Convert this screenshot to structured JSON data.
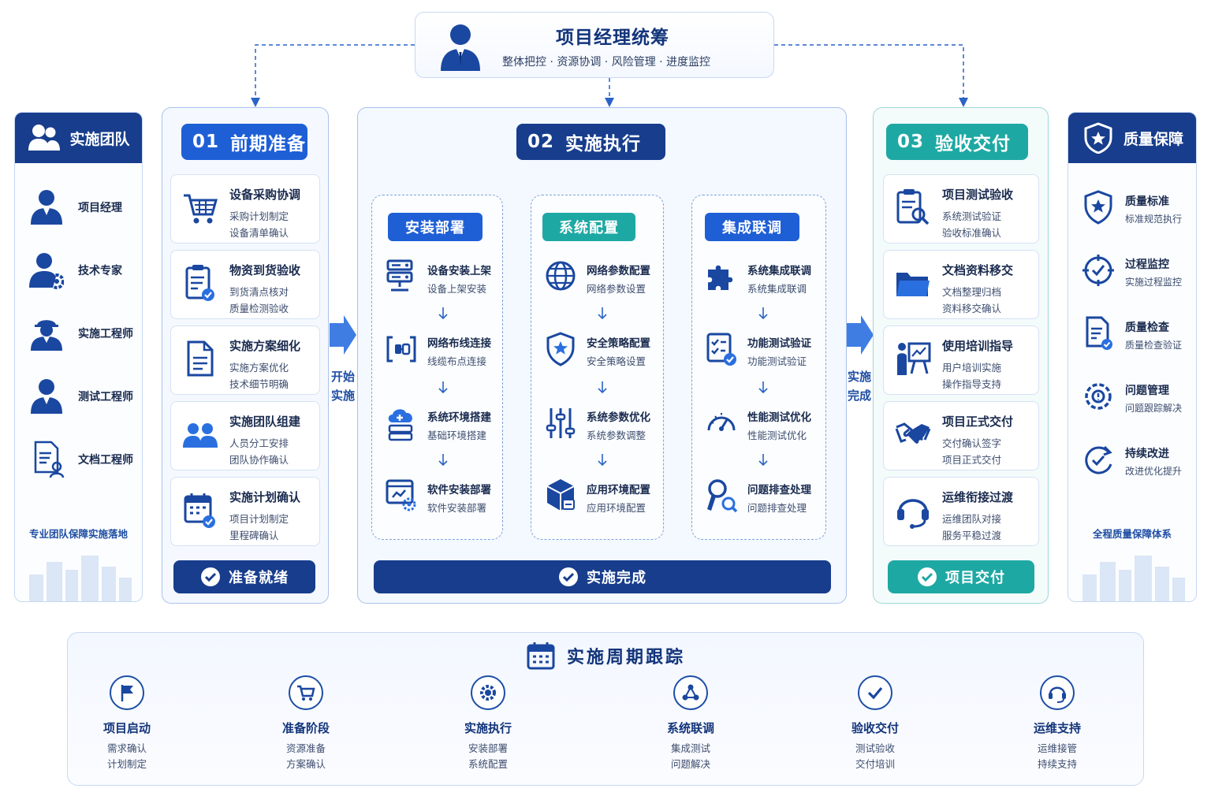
{
  "manager": {
    "title": "项目经理统筹",
    "subtitle": "整体把控 · 资源协调 · 风险管理 · 进度监控"
  },
  "team": {
    "title": "实施团队",
    "members": [
      "项目经理",
      "技术专家",
      "实施工程师",
      "测试工程师",
      "文档工程师"
    ],
    "footer": "专业团队保障实施落地"
  },
  "quality": {
    "title": "质量保障",
    "items": [
      {
        "title": "质量标准",
        "sub": "标准规范执行"
      },
      {
        "title": "过程监控",
        "sub": "实施过程监控"
      },
      {
        "title": "质量检查",
        "sub": "质量检查验证"
      },
      {
        "title": "问题管理",
        "sub": "问题跟踪解决"
      },
      {
        "title": "持续改进",
        "sub": "改进优化提升"
      }
    ],
    "footer": "全程质量保障体系"
  },
  "phase1": {
    "num": "01",
    "title": "前期准备",
    "cards": [
      {
        "title": "设备采购协调",
        "l1": "采购计划制定",
        "l2": "设备清单确认"
      },
      {
        "title": "物资到货验收",
        "l1": "到货清点核对",
        "l2": "质量检测验收"
      },
      {
        "title": "实施方案细化",
        "l1": "实施方案优化",
        "l2": "技术细节明确"
      },
      {
        "title": "实施团队组建",
        "l1": "人员分工安排",
        "l2": "团队协作确认"
      },
      {
        "title": "实施计划确认",
        "l1": "项目计划制定",
        "l2": "里程碑确认"
      }
    ],
    "button": "准备就绪"
  },
  "phase2": {
    "num": "02",
    "title": "实施执行",
    "columns": [
      {
        "title": "安装部署",
        "steps": [
          {
            "title": "设备安装上架",
            "sub": "设备上架安装"
          },
          {
            "title": "网络布线连接",
            "sub": "线缆布点连接"
          },
          {
            "title": "系统环境搭建",
            "sub": "基础环境搭建"
          },
          {
            "title": "软件安装部署",
            "sub": "软件安装部署"
          }
        ]
      },
      {
        "title": "系统配置",
        "steps": [
          {
            "title": "网络参数配置",
            "sub": "网络参数设置"
          },
          {
            "title": "安全策略配置",
            "sub": "安全策略设置"
          },
          {
            "title": "系统参数优化",
            "sub": "系统参数调整"
          },
          {
            "title": "应用环境配置",
            "sub": "应用环境配置"
          }
        ]
      },
      {
        "title": "集成联调",
        "steps": [
          {
            "title": "系统集成联调",
            "sub": "系统集成联调"
          },
          {
            "title": "功能测试验证",
            "sub": "功能测试验证"
          },
          {
            "title": "性能测试优化",
            "sub": "性能测试优化"
          },
          {
            "title": "问题排查处理",
            "sub": "问题排查处理"
          }
        ]
      }
    ],
    "button": "实施完成"
  },
  "phase3": {
    "num": "03",
    "title": "验收交付",
    "cards": [
      {
        "title": "项目测试验收",
        "l1": "系统测试验证",
        "l2": "验收标准确认"
      },
      {
        "title": "文档资料移交",
        "l1": "文档整理归档",
        "l2": "资料移交确认"
      },
      {
        "title": "使用培训指导",
        "l1": "用户培训实施",
        "l2": "操作指导支持"
      },
      {
        "title": "项目正式交付",
        "l1": "交付确认签字",
        "l2": "项目正式交付"
      },
      {
        "title": "运维衔接过渡",
        "l1": "运维团队对接",
        "l2": "服务平稳过渡"
      }
    ],
    "button": "项目交付"
  },
  "transitions": {
    "start": [
      "开始",
      "实施"
    ],
    "done": [
      "实施",
      "完成"
    ]
  },
  "timeline": {
    "title": "实施周期跟踪",
    "nodes": [
      {
        "title": "项目启动",
        "l1": "需求确认",
        "l2": "计划制定",
        "icon": "flag-icon"
      },
      {
        "title": "准备阶段",
        "l1": "资源准备",
        "l2": "方案确认",
        "icon": "cart-icon"
      },
      {
        "title": "实施执行",
        "l1": "安装部署",
        "l2": "系统配置",
        "icon": "gear-icon"
      },
      {
        "title": "系统联调",
        "l1": "集成测试",
        "l2": "问题解决",
        "icon": "network-icon"
      },
      {
        "title": "验收交付",
        "l1": "测试验收",
        "l2": "交付培训",
        "icon": "check-icon"
      },
      {
        "title": "运维支持",
        "l1": "运维接管",
        "l2": "持续支持",
        "icon": "headset-icon"
      }
    ]
  },
  "colors": {
    "navy": "#173d8c",
    "blue": "#1f5fd6",
    "teal": "#1ea8a3",
    "line": "#2a63c6"
  }
}
